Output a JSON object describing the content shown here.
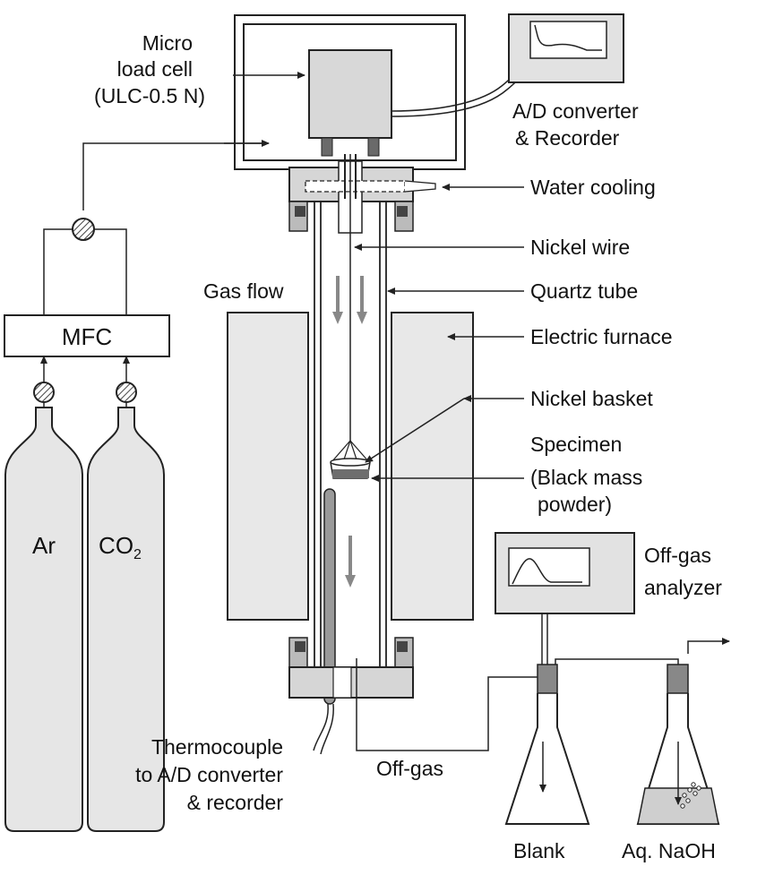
{
  "labels": {
    "micro_load_cell": [
      "Micro",
      "load cell",
      "(ULC-0.5 N)"
    ],
    "ad_converter_recorder": [
      "A/D converter",
      "& Recorder"
    ],
    "water_cooling": "Water cooling",
    "nickel_wire": "Nickel wire",
    "gas_flow": "Gas flow",
    "quartz_tube": "Quartz tube",
    "electric_furnace": "Electric furnace",
    "nickel_basket": "Nickel basket",
    "specimen": [
      "Specimen",
      "(Black mass",
      "powder)"
    ],
    "mfc": "MFC",
    "cylinder_ar": "Ar",
    "cylinder_co2": "CO",
    "cylinder_co2_sub": "2",
    "offgas_analyzer": [
      "Off-gas",
      "analyzer"
    ],
    "thermocouple": [
      "Thermocouple",
      "to A/D converter",
      "& recorder"
    ],
    "offgas": "Off-gas",
    "blank": "Blank",
    "aq_naoh": "Aq. NaOH"
  },
  "colors": {
    "stroke": "#222222",
    "fill_light": "#e6e6e6",
    "fill_mid": "#cfcfcf",
    "fill_dark": "#8a8a8a",
    "arrow_gray": "#888888",
    "specimen": "#6e6e6e",
    "cap": "#555555"
  }
}
